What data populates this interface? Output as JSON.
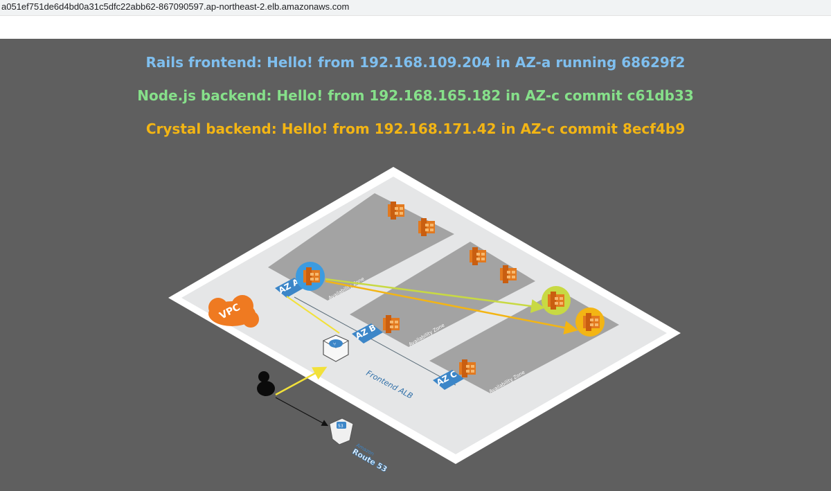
{
  "browser": {
    "url": "a051ef751de6d4bd0a31c5dfc22abb62-867090597.ap-northeast-2.elb.amazonaws.com"
  },
  "messages": {
    "rails": {
      "text": "Rails frontend: Hello! from 192.168.109.204 in AZ-a running 68629f2",
      "color": "#7fbfef"
    },
    "node": {
      "text": "Node.js backend: Hello! from 192.168.165.182 in AZ-c commit c61db33",
      "color": "#86e08a"
    },
    "crystal": {
      "text": "Crystal backend: Hello! from 192.168.171.42 in AZ-c commit 8ecf4b9",
      "color": "#f3b514"
    }
  },
  "diagram": {
    "vpc_label": "VPC",
    "az_a": "AZ A",
    "az_b": "AZ B",
    "az_c": "AZ C",
    "zone_label": "Availability Zone",
    "alb_label": "Frontend ALB",
    "route53_top": "Amazon",
    "route53_bottom": "Route 53",
    "colors": {
      "vpc_orange": "#ef7a21",
      "az_blue": "#3c86c8",
      "ec2_orange": "#e2791f",
      "link_yellow": "#f2e13a",
      "link_lime": "#c8d943",
      "link_gold": "#f3b514"
    }
  }
}
